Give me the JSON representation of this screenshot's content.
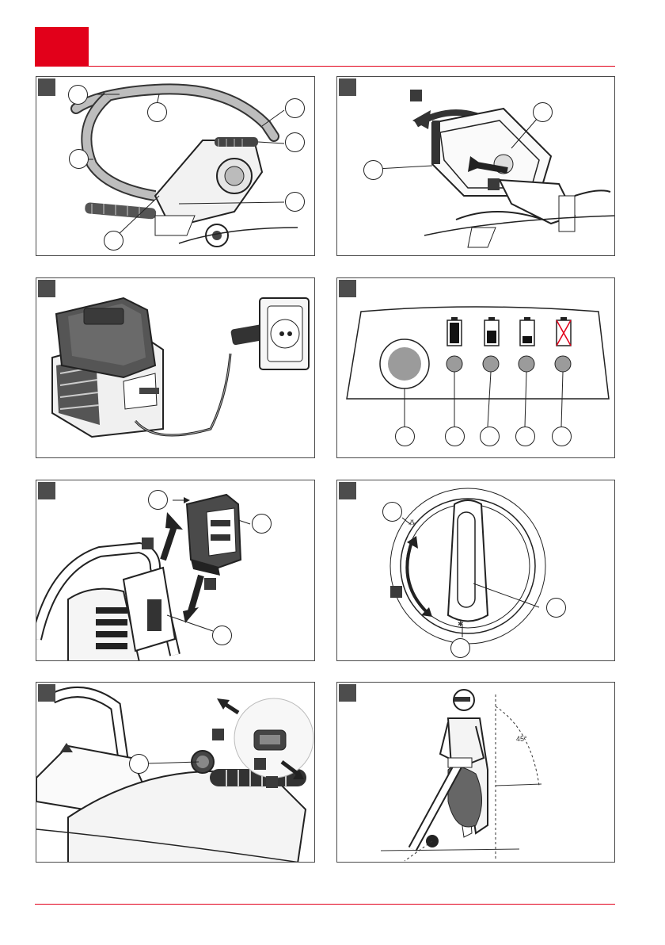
{
  "colors": {
    "accent": "#e2001a",
    "frame": "#4a4a4a",
    "tag": "#4d4d4d",
    "led": "#9b9b9b",
    "battery_fill": "#111111"
  },
  "figure_h": {
    "angle_label": "45°"
  },
  "icons": [
    "shoulder-strap-illustration",
    "battery-compartment-illustration",
    "charger-plug-illustration",
    "charge-level-indicator-illustration",
    "battery-insertion-illustration",
    "speed-dial-illustration",
    "lock-switch-illustration",
    "operator-posture-illustration"
  ]
}
